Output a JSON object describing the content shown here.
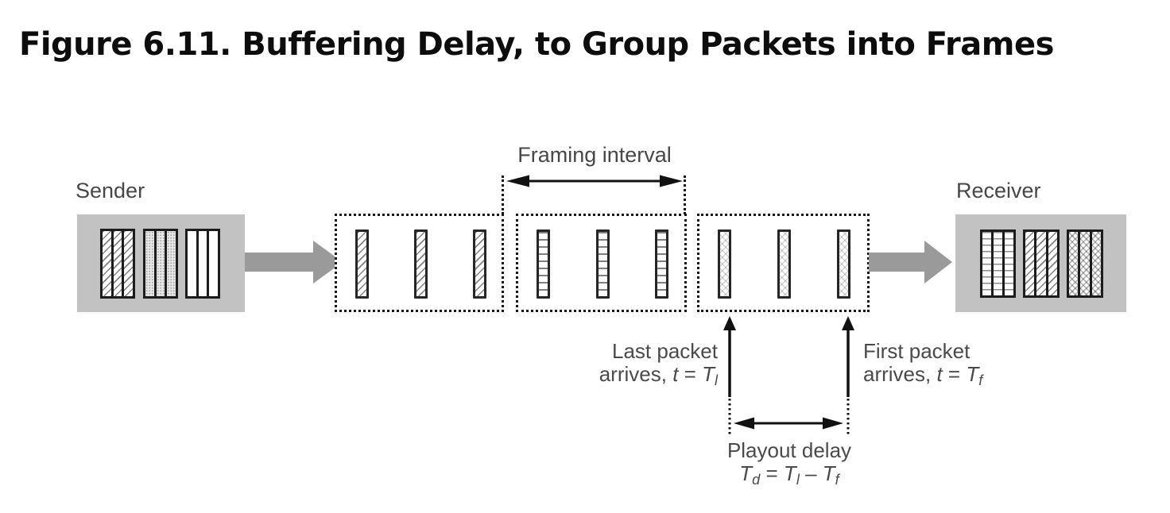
{
  "title": "Figure 6.11. Buffering Delay, to Group Packets into Frames",
  "diagram": {
    "colors": {
      "endpoint_box_gray": "#c2c2c2",
      "flow_arrow_gray": "#9a9a9a",
      "ink": "#151515",
      "label_text": "#474747"
    },
    "sender": {
      "label": "Sender",
      "frames": [
        {
          "pattern": "diagonal-hatch-columns",
          "columns": 3
        },
        {
          "pattern": "dotted-columns",
          "columns": 3
        },
        {
          "pattern": "plain-striped-columns",
          "columns": 3
        }
      ]
    },
    "receiver": {
      "label": "Receiver",
      "frames": [
        {
          "pattern": "grid-columns",
          "columns": 3
        },
        {
          "pattern": "diagonal-hatch-columns",
          "columns": 3
        },
        {
          "pattern": "diamond-columns",
          "columns": 3
        }
      ]
    },
    "framing_interval": {
      "label": "Framing interval"
    },
    "buffers": [
      {
        "name": "buffer-1",
        "packet_pattern": "diagonal-hatch",
        "packet_count": 3
      },
      {
        "name": "buffer-2",
        "packet_pattern": "horizontal-rungs",
        "packet_count": 3
      },
      {
        "name": "buffer-3",
        "packet_pattern": "cross-hatch",
        "packet_count": 3
      }
    ],
    "annotations": {
      "last_packet": {
        "line1": "Last packet",
        "line2_prefix": "arrives, ",
        "t_var": "t",
        "eq": " = ",
        "variable": "T",
        "subscript": "l"
      },
      "first_packet": {
        "line1": "First packet",
        "line2_prefix": "arrives, ",
        "t_var": "t",
        "eq": " = ",
        "variable": "T",
        "subscript": "f"
      },
      "playout_delay": {
        "line1": "Playout delay",
        "formula": {
          "lhs": "T",
          "lhs_sub": "d",
          "eq": " = ",
          "t1": "T",
          "t1_sub": "l",
          "minus": " – ",
          "t2": "T",
          "t2_sub": "f"
        }
      }
    }
  }
}
